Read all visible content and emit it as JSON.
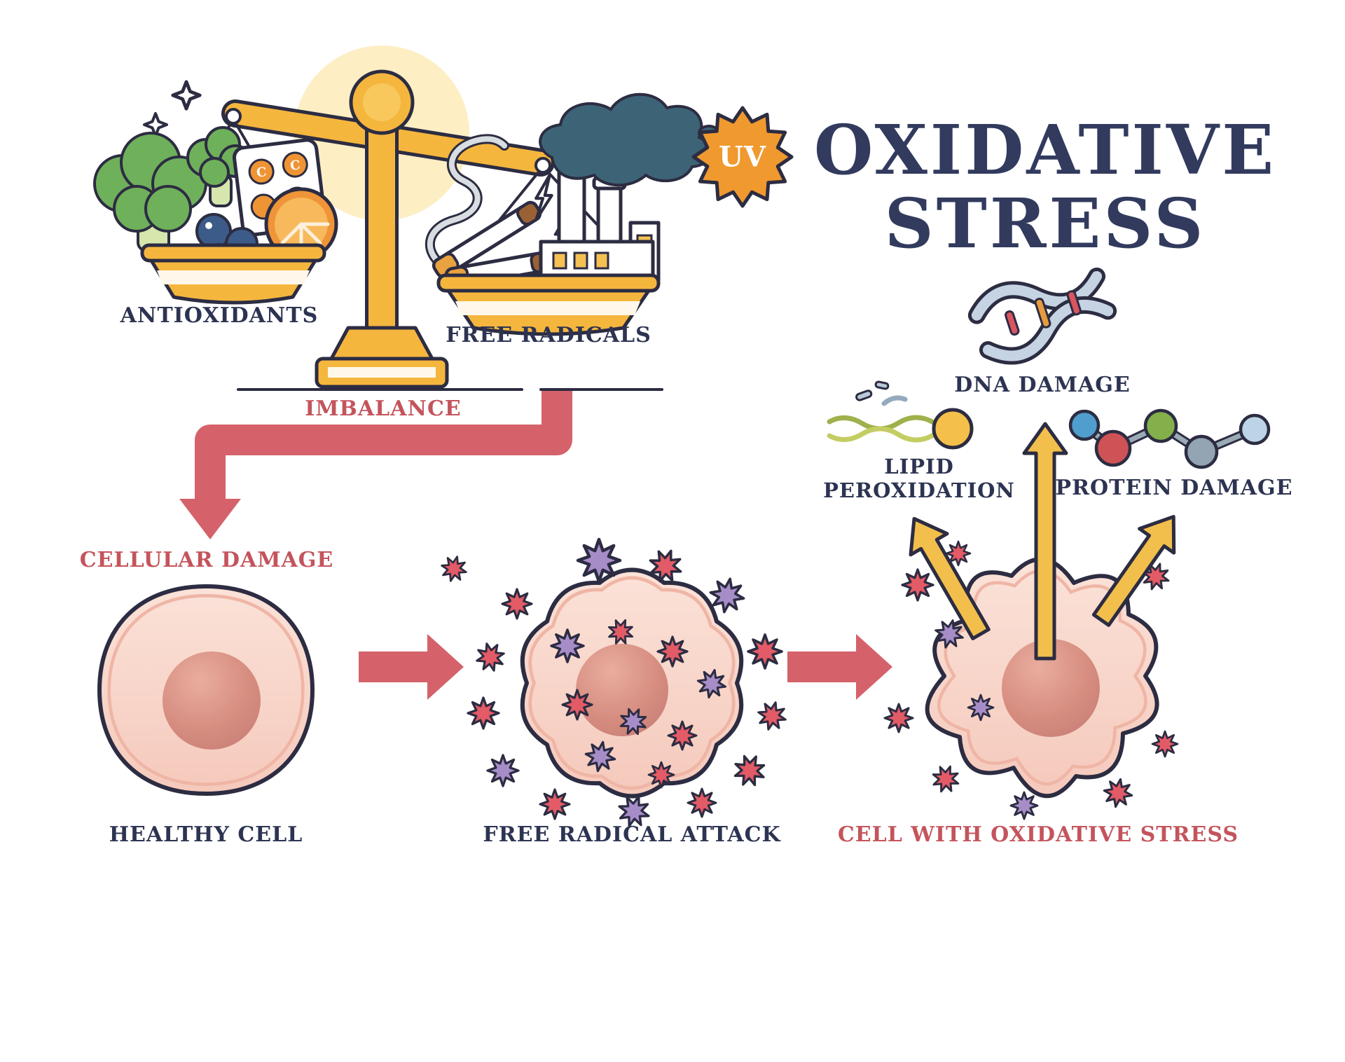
{
  "title": {
    "line1": "OXIDATIVE",
    "line2": "STRESS"
  },
  "balance": {
    "antioxidants_label": "ANTIOXIDANTS",
    "free_radicals_label": "FREE RADICALS",
    "imbalance_label": "IMBALANCE",
    "uv_badge": "UV",
    "pill_letter": "C"
  },
  "flow": {
    "cellular_damage_label": "CELLULAR DAMAGE"
  },
  "damage_types": {
    "dna_label": "DNA DAMAGE",
    "lipid_label_line1": "LIPID",
    "lipid_label_line2": "PEROXIDATION",
    "protein_label": "PROTEIN DAMAGE"
  },
  "cells": {
    "healthy_label": "HEALTHY CELL",
    "attack_label": "FREE RADICAL ATTACK",
    "stress_label": "CELL WITH OXIDATIVE STRESS"
  },
  "colors": {
    "outline": "#2c2c42",
    "navy_text": "#2d3452",
    "red_text": "#c4545c",
    "accent_red": "#d5626b",
    "gold": "#f5b63e",
    "arrow_gold": "#f2bf4d",
    "cell_pink": "#f8d5c9",
    "nucleus_pink": "#d68d80",
    "radical_red": "#e25b66",
    "radical_purple": "#a78dc8",
    "smoke_teal": "#3c6476",
    "uv_orange": "#f0992f"
  },
  "icons": [
    "balance-scale-icon",
    "broccoli-icon",
    "supplement-pills-icon",
    "orange-slice-icon",
    "blueberries-icon",
    "cigarette-icon",
    "factory-icon",
    "smoke-icon",
    "uv-sun-icon",
    "sparkle-icon",
    "dna-icon",
    "lipid-icon",
    "protein-molecule-icon",
    "free-radical-icon",
    "healthy-cell-icon",
    "attack-cell-icon",
    "stress-cell-icon"
  ]
}
